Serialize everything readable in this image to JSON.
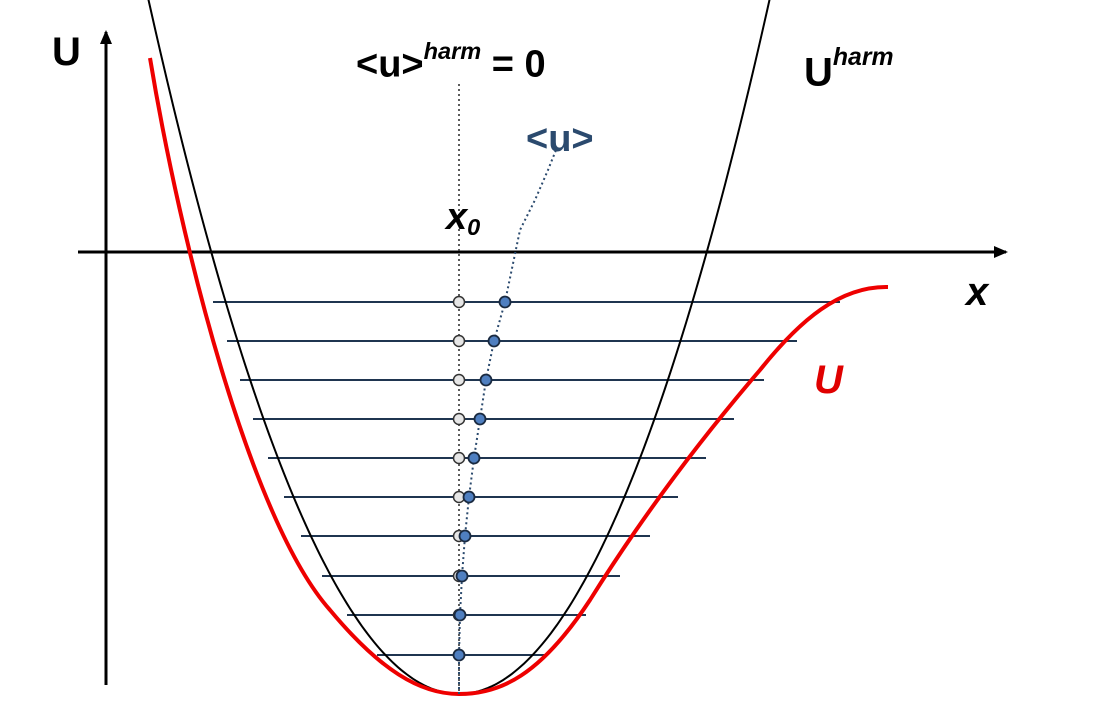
{
  "labels": {
    "y_axis": "U",
    "x_axis": "x",
    "mean_harm_base": "<u>",
    "mean_harm_sup": "harm",
    "mean_harm_tail": " = 0",
    "mean_u": "<u>",
    "x0_base": "x",
    "x0_sub": "0",
    "u_harm_base": "U",
    "u_harm_sup": "harm",
    "u_anharmonic": "U"
  },
  "colors": {
    "axes": "#000000",
    "harmonic_curve": "#000000",
    "anharmonic_curve": "#ee0000",
    "energy_levels": "#1f3550",
    "mean_u_line": "#2b4a6e",
    "harm_points_fill": "#e6e6e6",
    "mean_points_fill": "#4f7fc0",
    "point_stroke": "#1a2a40"
  },
  "energy_levels": [
    {
      "level": 1
    },
    {
      "level": 2
    },
    {
      "level": 3
    },
    {
      "level": 4
    },
    {
      "level": 5
    },
    {
      "level": 6
    },
    {
      "level": 7
    },
    {
      "level": 8
    },
    {
      "level": 9
    },
    {
      "level": 10
    }
  ]
}
